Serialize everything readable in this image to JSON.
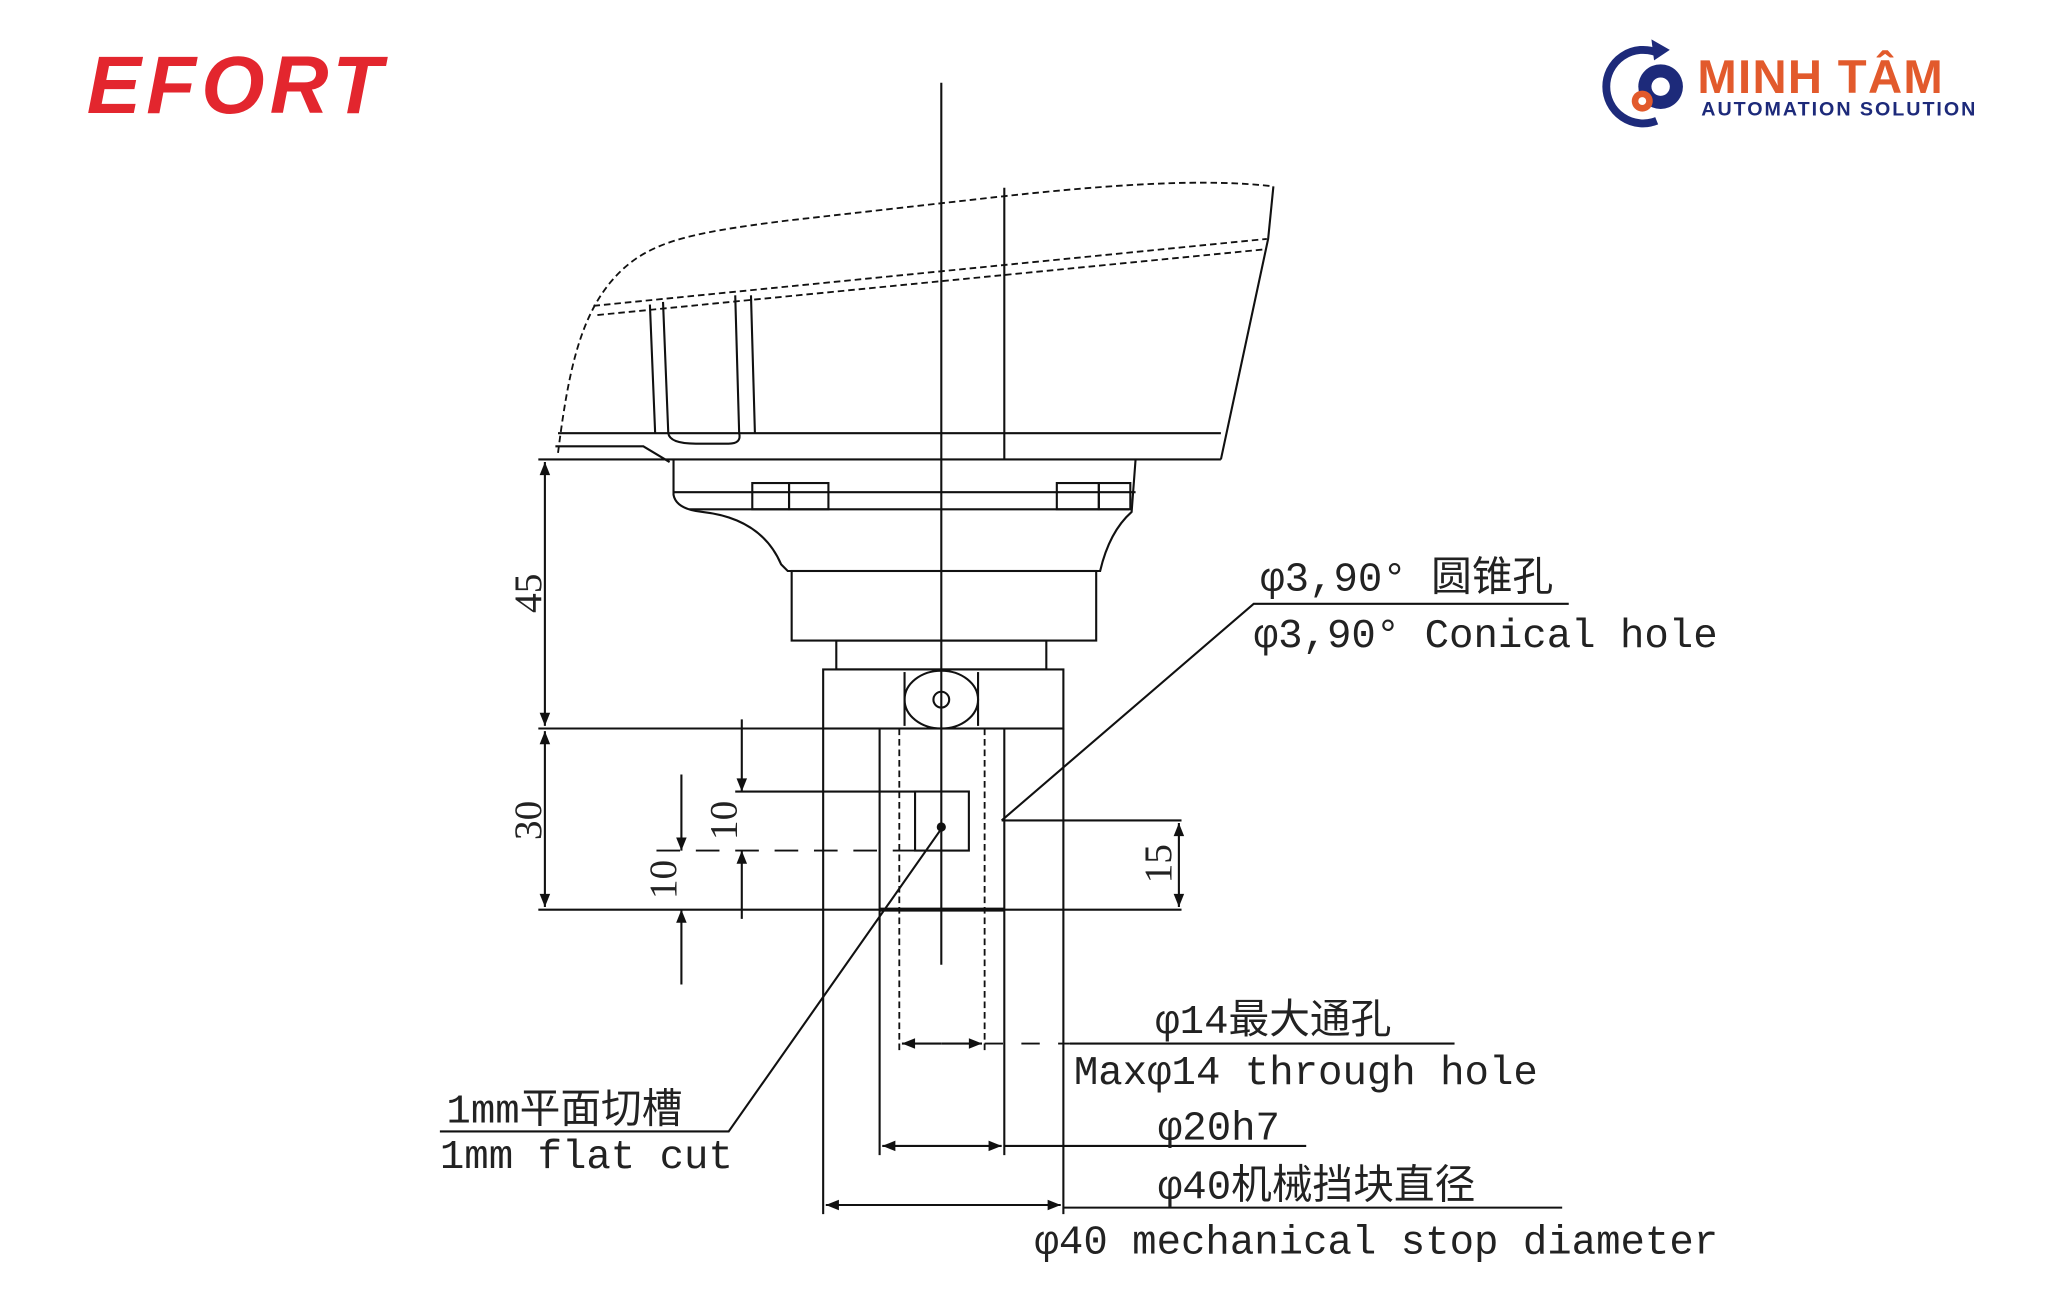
{
  "logos": {
    "left": "EFORT",
    "right_title": "MINH TÂM",
    "right_subtitle": "AUTOMATION SOLUTION",
    "left_color": "#e3262e",
    "right_title_color": "#e25a2c",
    "right_subtitle_color": "#1d2a7a"
  },
  "dimensions": {
    "d45": "45",
    "d30": "30",
    "d10a": "10",
    "d10b": "10",
    "d15": "15"
  },
  "annotations": {
    "conical_cn": "φ3,90° 圆锥孔",
    "conical_en": "φ3,90° Conical hole",
    "through_cn": "φ14最大通孔",
    "through_en": "Maxφ14  through hole",
    "shaft": "φ20h7",
    "stop_cn": "φ40机械挡块直径",
    "stop_en": "φ40 mechanical stop diameter",
    "flat_cn": "1mm平面切槽",
    "flat_en": "1mm flat cut"
  }
}
